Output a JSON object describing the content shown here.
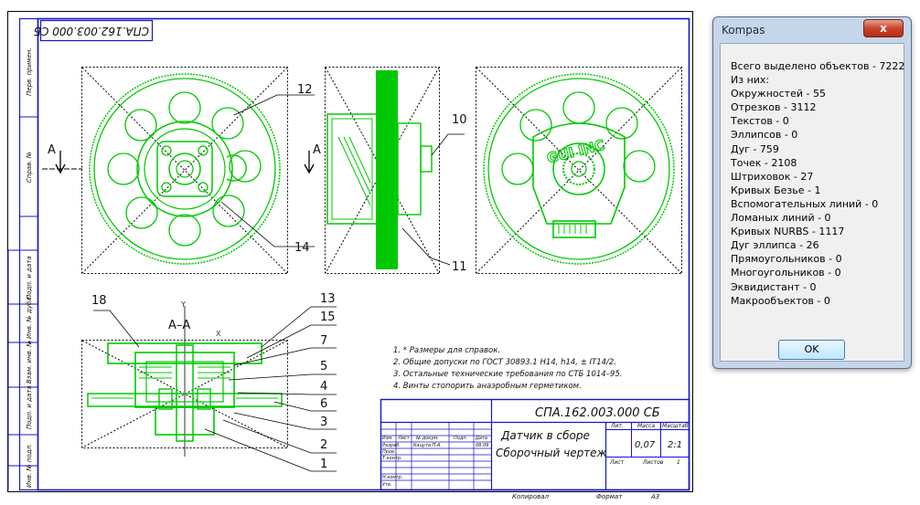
{
  "drawing": {
    "designation": "СПА.162.003.000 СБ",
    "designation_rotated": "СПА.162.003.000 СБ",
    "title_line1": "Датчик в сборе",
    "title_line2": "Сборочный чертеж",
    "mass": "0,07",
    "scale": "2:1",
    "sheet_label": "Лист",
    "sheets_label": "Листов",
    "sheets_count": "1",
    "lit_label": "Лит.",
    "mass_label": "Масса",
    "scale_label": "Масштаб",
    "copied_label": "Копировал",
    "format_label": "Формат",
    "format_value": "A3",
    "stamp_rows": {
      "izm": "Изм.",
      "list": "Лист",
      "doc": "№ докум.",
      "sign": "Подп.",
      "date": "Дата",
      "razrab": "Разраб.",
      "razrab_name": "Кацута П.А.",
      "prov": "Пров.",
      "tkontr": "Т.контр.",
      "nkontr": "Н.контр.",
      "utv": "Утв.",
      "date_value": "08.09"
    },
    "notes": [
      "1. * Размеры для справок.",
      "2. Общие допуски по ГОСТ 30893.1 H14, h14, ± IT14/2.",
      "3. Остальные технические требования по СТБ 1014–95.",
      "4. Винты стопорить анаэробным герметиком."
    ],
    "side_labels": [
      "Перв. примен.",
      "Справ. №",
      "Подп. и дата",
      "Инв. № дубл.",
      "Взам. инв. №",
      "Подп. и дата",
      "Инв. № подл."
    ],
    "section_label_a_left": "А",
    "section_label_a_right": "А",
    "section_title": "А–А",
    "part_numbers": {
      "p1": "1",
      "p2": "2",
      "p3": "3",
      "p4": "4",
      "p5": "5",
      "p6": "6",
      "p7": "7",
      "p10": "10",
      "p11": "11",
      "p12": "12",
      "p13": "13",
      "p14": "14",
      "p15": "15",
      "p18": "18"
    },
    "logo_text": "GUI INC",
    "axis_y": "Y",
    "axis_x": "X"
  },
  "dialog": {
    "title": "Kompas",
    "close_label": "x",
    "lines": [
      "Всего выделено объектов - 7222",
      "Из них:",
      "Окружностей - 55",
      "Отрезков - 3112",
      "Текстов - 0",
      "Эллипсов - 0",
      "Дуг - 759",
      "Точек - 2108",
      "Штриховок - 27",
      "Кривых Безье - 1",
      "Вспомогательных линий - 0",
      "Ломаных линий - 0",
      "Кривых NURBS - 1117",
      "Дуг эллипса - 26",
      "Прямоугольников - 0",
      "Многоугольников - 0",
      "Эквидистант - 0",
      "Макрообъектов - 0"
    ],
    "ok_label": "OK"
  },
  "colors": {
    "geometry": "#00c800",
    "frame": "#1414c8",
    "dialog_frame": "#c6d6ea"
  }
}
